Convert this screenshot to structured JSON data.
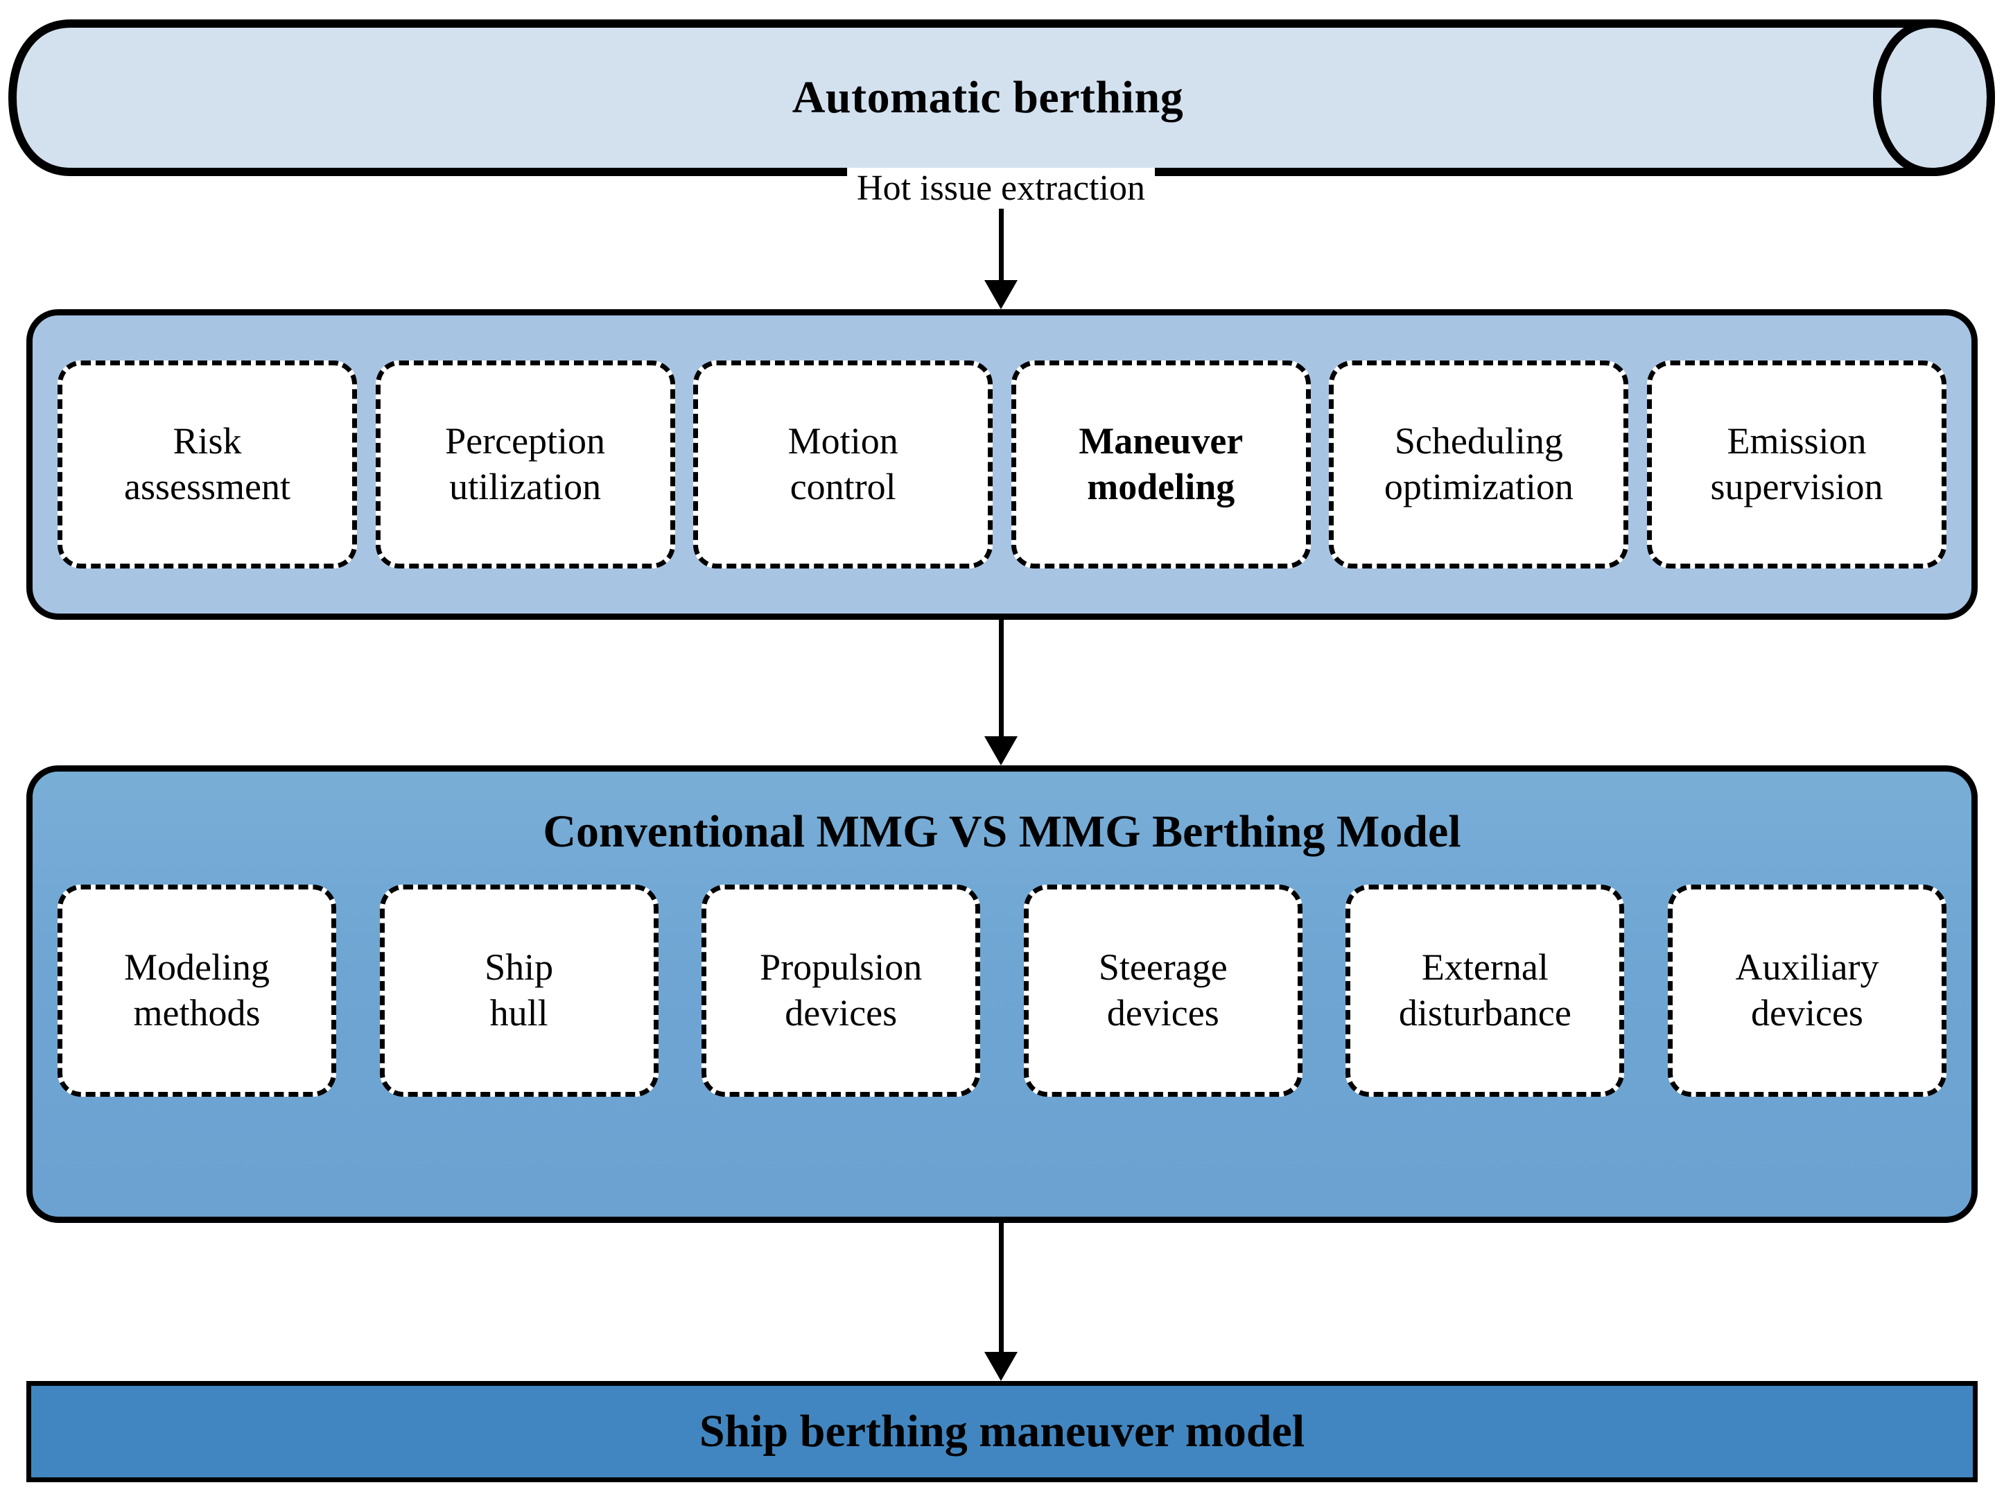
{
  "colors": {
    "cylinder_fill": "#d3e0ee",
    "panel_hot_issues_fill": "#a8c4e3",
    "panel_mmg_fill_top": "#79aed6",
    "panel_mmg_fill_bottom": "#6ba2d1",
    "bottom_bar_fill": "#4186c0",
    "stroke": "#000000",
    "chip_fill": "#ffffff"
  },
  "top_banner": {
    "label": "Automatic berthing",
    "shape": "cylinder"
  },
  "connectors": [
    {
      "label": "Hot issue extraction",
      "from": "Automatic berthing",
      "to": "Hot issues panel"
    },
    {
      "label": "",
      "from": "Hot issues panel",
      "to": "Conventional MMG VS MMG Berthing Model"
    },
    {
      "label": "",
      "from": "Conventional MMG VS MMG Berthing Model",
      "to": "Ship berthing maneuver model"
    }
  ],
  "panel_hot_issues": {
    "title": "",
    "chips": [
      {
        "label": "Risk\nassessment",
        "line1": "Risk",
        "line2": "assessment",
        "bold": false
      },
      {
        "label": "Perception\nutilization",
        "line1": "Perception",
        "line2": "utilization",
        "bold": false
      },
      {
        "label": "Motion\ncontrol",
        "line1": "Motion",
        "line2": "control",
        "bold": false
      },
      {
        "label": "Maneuver\nmodeling",
        "line1": "Maneuver",
        "line2": "modeling",
        "bold": true
      },
      {
        "label": "Scheduling\noptimization",
        "line1": "Scheduling",
        "line2": "optimization",
        "bold": false
      },
      {
        "label": "Emission\nsupervision",
        "line1": "Emission",
        "line2": "supervision",
        "bold": false
      }
    ]
  },
  "panel_mmg": {
    "title": "Conventional MMG  VS  MMG Berthing Model",
    "chips": [
      {
        "label": "Modeling\nmethods",
        "line1": "Modeling",
        "line2": "methods",
        "bold": false
      },
      {
        "label": "Ship\nhull",
        "line1": "Ship",
        "line2": "hull",
        "bold": false
      },
      {
        "label": "Propulsion\ndevices",
        "line1": "Propulsion",
        "line2": "devices",
        "bold": false
      },
      {
        "label": "Steerage\ndevices",
        "line1": "Steerage",
        "line2": "devices",
        "bold": false
      },
      {
        "label": "External\ndisturbance",
        "line1": "External",
        "line2": "disturbance",
        "bold": false
      },
      {
        "label": "Auxiliary\ndevices",
        "line1": "Auxiliary",
        "line2": "devices",
        "bold": false
      }
    ]
  },
  "bottom_bar": {
    "label": "Ship berthing maneuver model"
  }
}
